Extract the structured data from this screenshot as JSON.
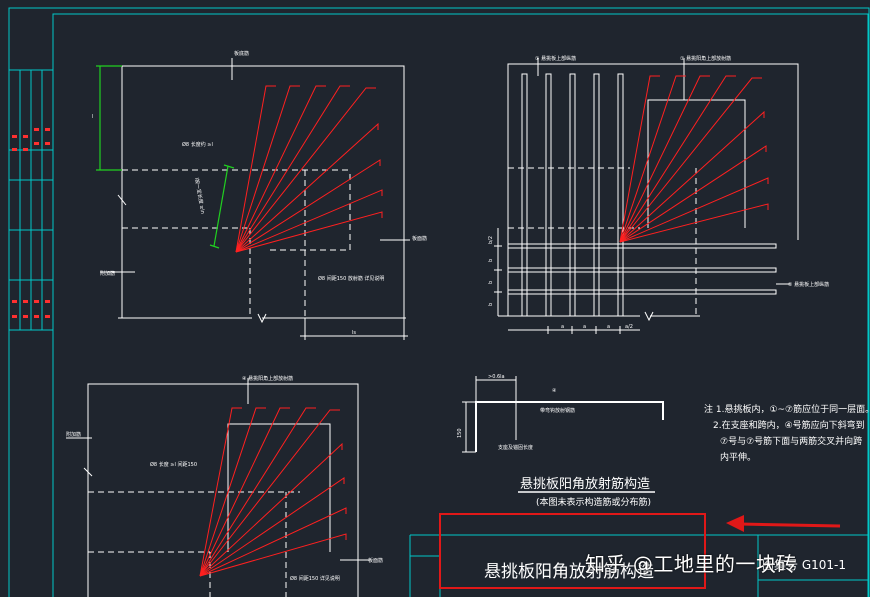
{
  "labels": {
    "d1_top": "板底筋",
    "d1_mid": "Ø8 长度约 ≥l",
    "d1_left": "附加筋",
    "d1_right": "板面筋",
    "d1_bottom": "Ø8 间距150 放射筋 详见说明",
    "d1_green": "l按一定长度 ≥ln",
    "d1_dim_l": "l",
    "d1_dim_ls": "ls",
    "d2_top1": "① 悬挑板上部纵筋",
    "d2_top2": "① 悬挑阳角上部放射筋",
    "d2_right": "⑤ 悬挑板上部纵筋",
    "d2_dims_left": [
      "b/2",
      "b",
      "b",
      "b"
    ],
    "d2_dims_bottom": [
      "a",
      "a",
      "a",
      "a/2"
    ],
    "d3_top": "④ 悬挑阳角上部放射筋",
    "d3_left": "附加筋",
    "d3_mid": "Ø8 长度  ≥l 间距150",
    "d3_bottom": "Ø8 间距150 详见说明",
    "d3_right": "板面筋",
    "d4_dim": ">0.6la",
    "d4_num": "④",
    "d4_side": "150",
    "d4_mid": "带弯钩放射钢筋",
    "d4_bot": "支座及锚固长度"
  },
  "notes": [
    "注 1.悬挑板内，①~⑦筋应位于同一层面。",
    "2.在支座和跨内，④号筋应向下斜弯到",
    "⑦号与⑦号筋下面与两筋交叉并向跨",
    "内平伸。"
  ],
  "title": {
    "main": "悬挑板阳角放射筋构造",
    "sub": "(本图未表示构造筋或分布筋)"
  },
  "title_block": {
    "title": "悬挑板阳角放射筋构造",
    "code": "图集号 G101-1"
  },
  "watermark": "知乎 @工地里的一块砖",
  "colors": {
    "background": "#1f252e",
    "frame": "#00c8c8",
    "line": "#ffffff",
    "rebar": "#ff2020",
    "dimension": "#20d020",
    "highlight": "#e01818"
  }
}
